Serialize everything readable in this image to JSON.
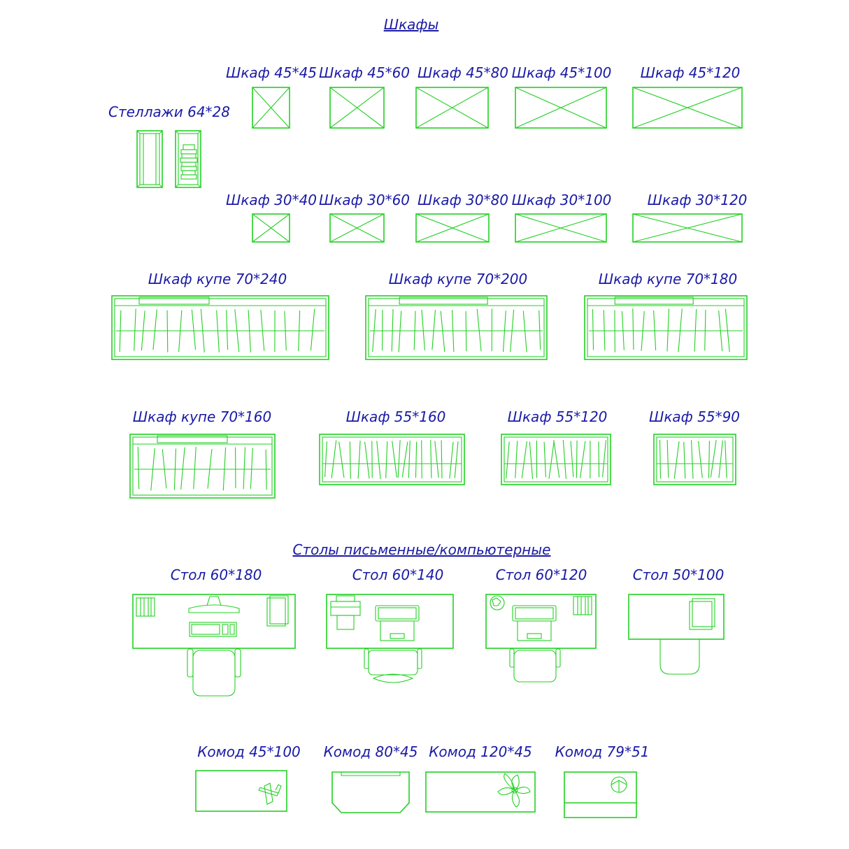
{
  "headers": {
    "wardrobes": "Шкафы",
    "desks": "Столы письменные/компьютерные"
  },
  "shelving": {
    "label": "Стеллажи 64*28"
  },
  "wardrobes_row1": [
    "Шкаф 45*45",
    "Шкаф 45*60",
    "Шкаф 45*80",
    "Шкаф 45*100",
    "Шкаф 45*120"
  ],
  "wardrobes_row2": [
    "Шкаф 30*40",
    "Шкаф 30*60",
    "Шкаф 30*80",
    "Шкаф 30*100",
    "Шкаф 30*120"
  ],
  "coupe_row": [
    "Шкаф купе 70*240",
    "Шкаф купе 70*200",
    "Шкаф купе 70*180"
  ],
  "hanging_row": [
    "Шкаф купе 70*160",
    "Шкаф 55*160",
    "Шкаф 55*120",
    "Шкаф 55*90"
  ],
  "desks": [
    "Стол 60*180",
    "Стол 60*140",
    "Стол 60*120",
    "Стол 50*100"
  ],
  "dressers": [
    "Комод 45*100",
    "Комод 80*45",
    "Комод 120*45",
    "Комод 79*51"
  ],
  "colors": {
    "label": "#1a1aa6",
    "line": "#22d022",
    "background": "#ffffff"
  }
}
